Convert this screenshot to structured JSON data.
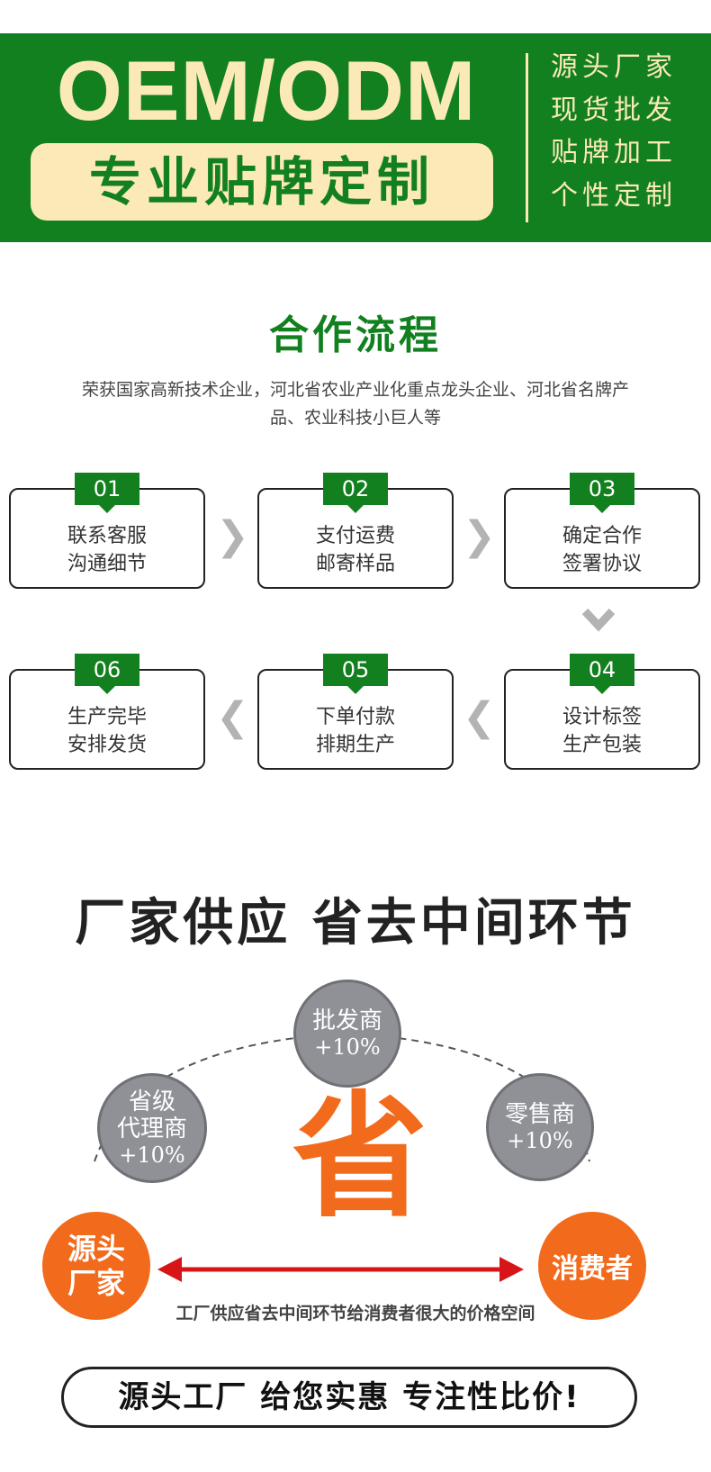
{
  "banner": {
    "title": "OEM/ODM",
    "subtitle": "专业贴牌定制",
    "features": [
      "源头厂家",
      "现货批发",
      "贴牌加工",
      "个性定制"
    ],
    "colors": {
      "bg": "#12801e",
      "accent": "#fbe9b8"
    }
  },
  "process": {
    "title": "合作流程",
    "description": "荣获国家高新技术企业，河北省农业产业化重点龙头企业、河北省名牌产品、农业科技小巨人等",
    "steps": [
      {
        "num": "01",
        "line1": "联系客服",
        "line2": "沟通细节"
      },
      {
        "num": "02",
        "line1": "支付运费",
        "line2": "邮寄样品"
      },
      {
        "num": "03",
        "line1": "确定合作",
        "line2": "签署协议"
      },
      {
        "num": "04",
        "line1": "设计标签",
        "line2": "生产包装"
      },
      {
        "num": "05",
        "line1": "下单付款",
        "line2": "排期生产"
      },
      {
        "num": "06",
        "line1": "生产完毕",
        "line2": "安排发货"
      }
    ],
    "arrow_icon": "chevron-icon"
  },
  "chain": {
    "headline": "厂家供应 省去中间环节",
    "nodes": {
      "wholesaler": {
        "label": "批发商",
        "pct": "+10%"
      },
      "agent": {
        "label1": "省级",
        "label2": "代理商",
        "pct": "+10%"
      },
      "retailer": {
        "label": "零售商",
        "pct": "+10%"
      },
      "factory": {
        "label1": "源头",
        "label2": "厂家"
      },
      "consumer": {
        "label": "消费者"
      }
    },
    "save_char": "省",
    "caption": "工厂供应省去中间环节给消费者很大的价格空间",
    "colors": {
      "orange": "#f26a1b",
      "gray": "#8f9197",
      "red": "#d71518"
    }
  },
  "slogan": "源头工厂 给您实惠 专注性比价!"
}
